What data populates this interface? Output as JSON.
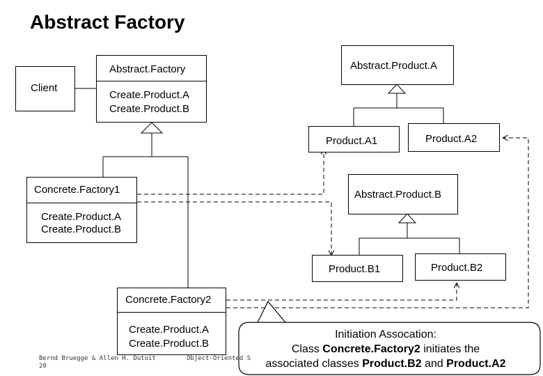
{
  "title": "Abstract Factory",
  "classes": {
    "client": "Client",
    "abstract_factory": {
      "name": "Abstract.Factory",
      "ops": [
        "Create.Product.A",
        "Create.Product.B"
      ]
    },
    "concrete_factory1": {
      "name": "Concrete.Factory1",
      "ops": [
        "Create.Product.A",
        "Create.Product.B"
      ]
    },
    "concrete_factory2": {
      "name": "Concrete.Factory2",
      "ops": [
        "Create.Product.A",
        "Create.Product.B"
      ]
    },
    "abstract_product_a": "Abstract.Product.A",
    "product_a1": "Product.A1",
    "product_a2": "Product.A2",
    "abstract_product_b": "Abstract.Product.B",
    "product_b1": "Product.B1",
    "product_b2": "Product.B2"
  },
  "callout": {
    "line1": "Initiation Assocation:",
    "line2_pre": "Class ",
    "line2_bold": "Concrete.Factory2",
    "line2_post": " initiates the",
    "line3_pre": "associated classes ",
    "line3_bold1": "Product.B2",
    "line3_mid": " and ",
    "line3_bold2": "Product.A2"
  },
  "footer": {
    "authors": "Bernd Bruegge & Allen H. Dutoit",
    "page": "20",
    "course": "Object-Oriented S"
  }
}
